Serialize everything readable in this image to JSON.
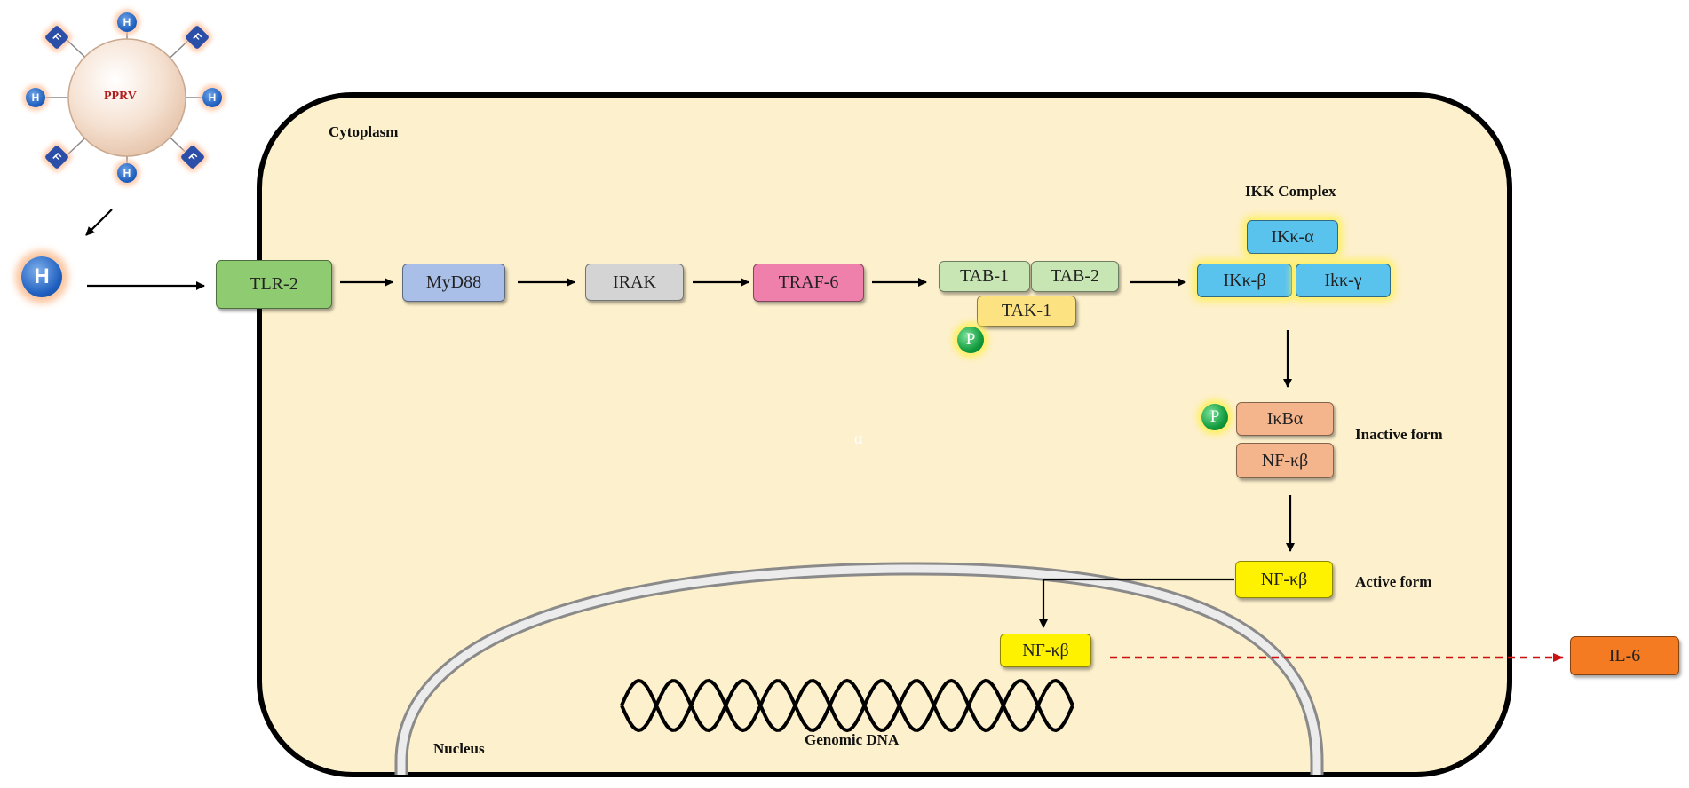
{
  "labels": {
    "cytoplasm": "Cytoplasm",
    "nucleus": "Nucleus",
    "ikk_complex": "IKK  Complex",
    "inactive_form": "Inactive  form",
    "active_form": "Active  form",
    "genomic_dna": "Genomic  DNA",
    "virus": "PPRV",
    "stray_alpha": "α"
  },
  "nodes": {
    "h_ligand": "H",
    "tlr2": "TLR-2",
    "myd88": "MyD88",
    "irak": "IRAK",
    "traf6": "TRAF-6",
    "tab1": "TAB-1",
    "tab2": "TAB-2",
    "tak1": "TAK-1",
    "ikk_alpha": "IKκ-α",
    "ikk_beta": "IKκ-β",
    "ikk_gamma": "Ikκ-γ",
    "ikba": "IκBα",
    "nfkb_inactive": "NF-κβ",
    "nfkb_active": "NF-κβ",
    "nfkb_nuclear": "NF-κβ",
    "il6": "IL-6",
    "phospho": "P"
  },
  "virus_markers": {
    "hemagglutinin": "H",
    "fusion": "F"
  },
  "colors": {
    "cell_fill": "#fdf0cc",
    "tlr2": "#8fcb71",
    "myd88": "#a9bfe8",
    "irak": "#d4d4d4",
    "traf6": "#ef7fab",
    "tab": "#c8e6b4",
    "tak1": "#fde282",
    "ikk": "#59c3ee",
    "ikba": "#f5b58c",
    "nfkb_active": "#fff200",
    "il6": "#f47b22",
    "arrow_dashed": "#cc1111"
  }
}
